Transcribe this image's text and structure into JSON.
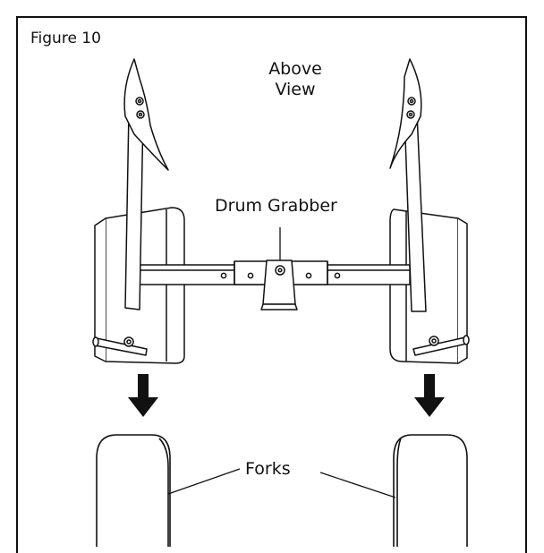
{
  "figure": {
    "title": "Figure 10",
    "view_label_line1": "Above",
    "view_label_line2": "View",
    "drum_grabber_label": "Drum Grabber",
    "forks_label": "Forks"
  },
  "colors": {
    "ink": "#111111",
    "fill": "#ffffff"
  },
  "icons": [
    "down-arrow-icon",
    "down-arrow-icon"
  ]
}
